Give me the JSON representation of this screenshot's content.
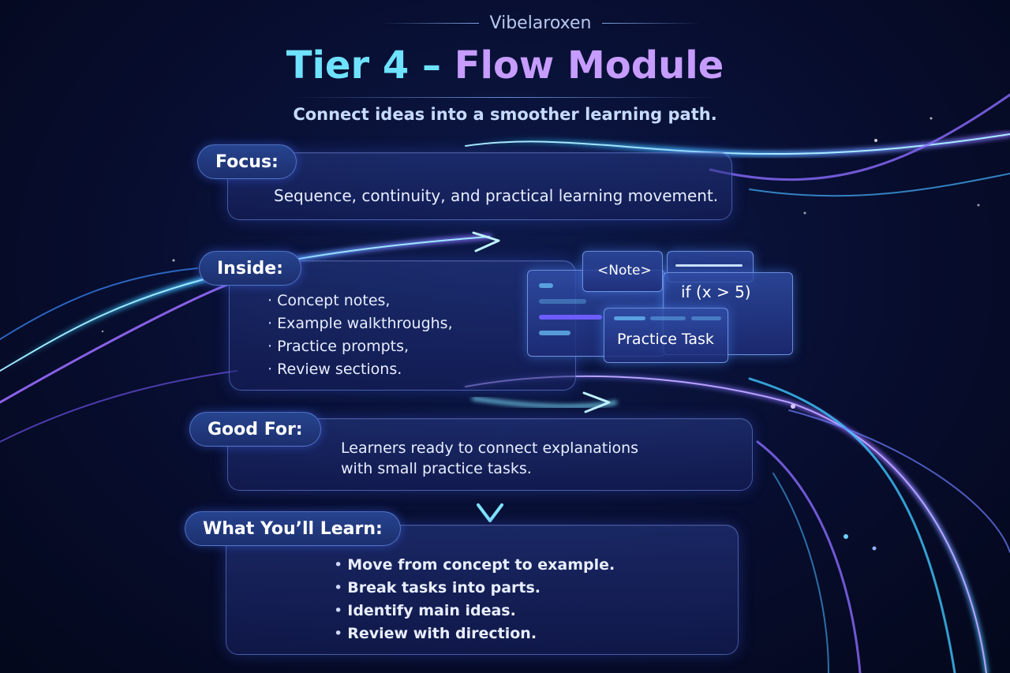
{
  "header": {
    "brand": "Vibelaroxen",
    "title_part1": "Tier 4 –",
    "title_part2": "Flow Module",
    "subtitle": "Connect ideas into a smoother learning path."
  },
  "sections": {
    "focus": {
      "label": "Focus:",
      "text": "Sequence, continuity, and practical learning movement."
    },
    "inside": {
      "label": "Inside:",
      "items": [
        "Concept notes,",
        "Example walkthroughs,",
        "Practice prompts,",
        "Review sections."
      ]
    },
    "good_for": {
      "label": "Good For:",
      "line1": "Learners ready to connect explanations",
      "line2": "with small practice tasks."
    },
    "learn": {
      "label": "What You’ll Learn:",
      "items": [
        "Move from concept to example.",
        "Break tasks into parts.",
        "Identify main ideas.",
        "Review with direction."
      ]
    }
  },
  "illustration": {
    "note_tag": "<Note>",
    "code_snippet": "if (x > 5)",
    "practice_task": "Practice Task"
  },
  "colors": {
    "title_cyan": "#6ee2ff",
    "title_violet": "#c79cff",
    "background": "#070d2e",
    "accent_blue": "#4aa8ff"
  }
}
